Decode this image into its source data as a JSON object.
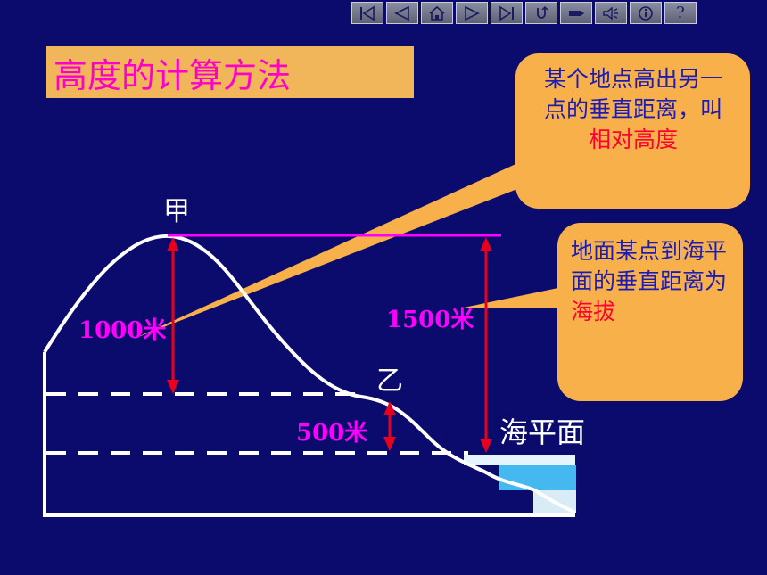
{
  "toolbar": {
    "buttons": [
      {
        "name": "first-slide-button",
        "icon": "first-icon"
      },
      {
        "name": "previous-slide-button",
        "icon": "previous-icon"
      },
      {
        "name": "home-button",
        "icon": "home-icon"
      },
      {
        "name": "next-slide-button",
        "icon": "next-icon"
      },
      {
        "name": "last-slide-button",
        "icon": "last-icon"
      },
      {
        "name": "return-button",
        "icon": "return-icon"
      },
      {
        "name": "pen-button",
        "icon": "pen-icon"
      },
      {
        "name": "sound-button",
        "icon": "speaker-icon"
      },
      {
        "name": "info-button",
        "icon": "info-icon"
      },
      {
        "name": "help-button",
        "icon": "help-icon"
      }
    ],
    "help_glyph": "?"
  },
  "title": "高度的计算方法",
  "labels": {
    "peak": "甲",
    "point_b": "乙",
    "sea_level": "海平面",
    "relative_height": "1000米",
    "altitude": "1500米",
    "b_altitude": "500米"
  },
  "bubbles": {
    "relative": {
      "text": "某个地点高出另一点的垂直距离，叫",
      "highlight": "相对高度"
    },
    "altitude": {
      "text": "地面某点到海平面的垂直距离为",
      "highlight": "海拔"
    }
  },
  "colors": {
    "background": "#0b0b6e",
    "title_box": "#f2b65a",
    "title_text": "#ff00cc",
    "bubble": "#f8b04a",
    "highlight": "#ff0033",
    "arrow": "#e8001c",
    "top_line": "#ff00ff",
    "terrain": "#ffffff",
    "water": "#45b8f0"
  }
}
